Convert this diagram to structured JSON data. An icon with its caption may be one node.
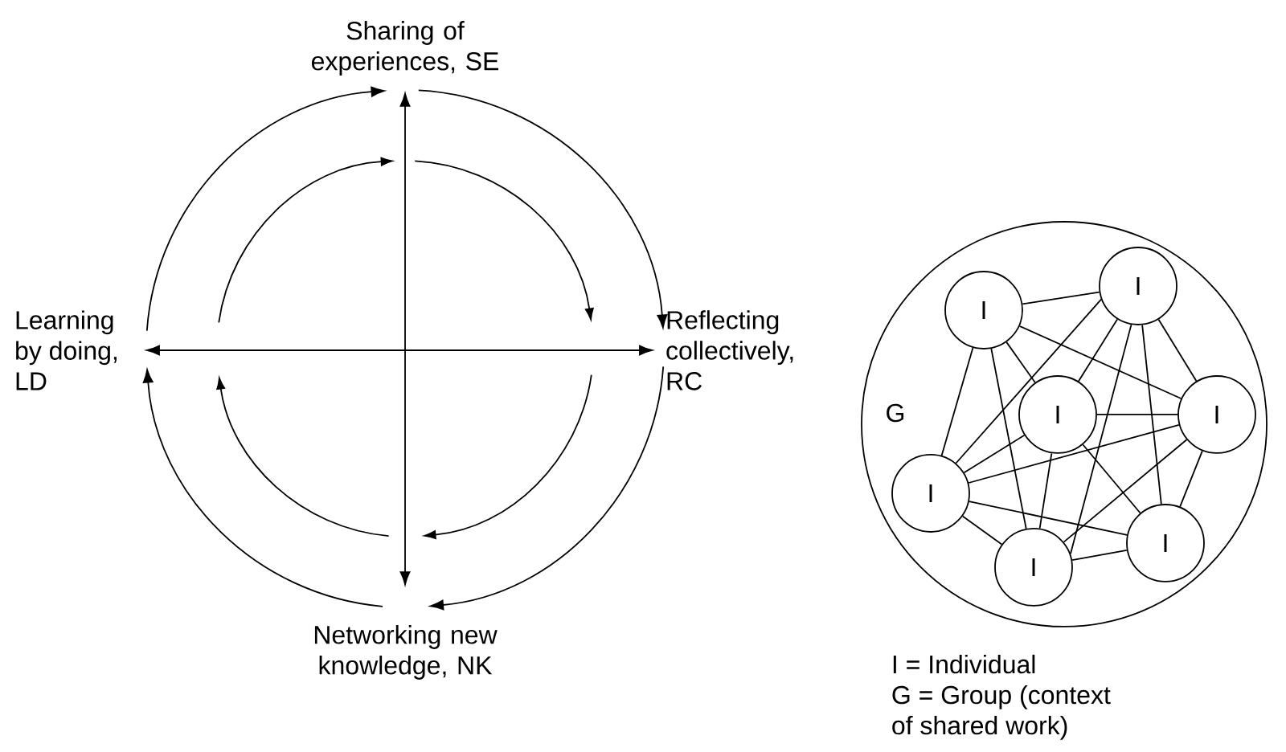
{
  "diagram": {
    "nodes": [
      {
        "text": [
          "Sharing of experiences, SE"
        ]
      },
      {
        "text": [
          "Reflecting collectively, RC"
        ]
      },
      {
        "text": [
          "Networking new knowledge, NK"
        ]
      },
      {
        "text": [
          "Learning by doing, LD"
        ]
      },
      {
        "text": [
          "G"
        ]
      },
      {
        "text": [
          "I"
        ],
        "in": 4
      },
      {
        "text": [
          "I"
        ],
        "in": 4
      },
      {
        "text": [
          "I"
        ],
        "in": 4
      },
      {
        "text": [
          "I"
        ],
        "in": 4
      },
      {
        "text": [
          "I"
        ],
        "in": 4
      },
      {
        "text": [
          "I"
        ],
        "in": 4
      },
      {
        "text": [
          "I"
        ],
        "in": 4
      }
    ],
    "edges": [
      {
        "from": 0,
        "to": 1,
        "arrow": "to"
      },
      {
        "from": 1,
        "to": 2,
        "arrow": "to"
      },
      {
        "from": 2,
        "to": 3,
        "arrow": "to"
      },
      {
        "from": 3,
        "to": 0,
        "arrow": "to"
      },
      {
        "from": 0,
        "to": 2,
        "arrow": "both"
      },
      {
        "from": 3,
        "to": 1,
        "arrow": "both"
      },
      {
        "from": 5,
        "to": 6,
        "arrow": "none"
      },
      {
        "from": 5,
        "to": 8,
        "arrow": "none"
      },
      {
        "from": 5,
        "to": 9,
        "arrow": "none"
      },
      {
        "from": 5,
        "to": 10,
        "arrow": "none"
      },
      {
        "from": 5,
        "to": 7,
        "arrow": "none"
      },
      {
        "from": 6,
        "to": 9,
        "arrow": "none"
      },
      {
        "from": 6,
        "to": 7,
        "arrow": "none"
      },
      {
        "from": 6,
        "to": 10,
        "arrow": "none"
      },
      {
        "from": 6,
        "to": 11,
        "arrow": "none"
      },
      {
        "from": 6,
        "to": 8,
        "arrow": "none"
      },
      {
        "from": 7,
        "to": 8,
        "arrow": "none"
      },
      {
        "from": 7,
        "to": 9,
        "arrow": "none"
      },
      {
        "from": 7,
        "to": 10,
        "arrow": "none"
      },
      {
        "from": 7,
        "to": 11,
        "arrow": "none"
      },
      {
        "from": 8,
        "to": 9,
        "arrow": "none"
      },
      {
        "from": 8,
        "to": 10,
        "arrow": "none"
      },
      {
        "from": 8,
        "to": 11,
        "arrow": "none"
      },
      {
        "from": 9,
        "to": 11,
        "arrow": "none"
      },
      {
        "from": 9,
        "to": 10,
        "arrow": "none"
      },
      {
        "from": 10,
        "to": 11,
        "arrow": "none"
      }
    ],
    "labels": [
      "I = Individual",
      "G = Group (context of shared work)"
    ]
  }
}
